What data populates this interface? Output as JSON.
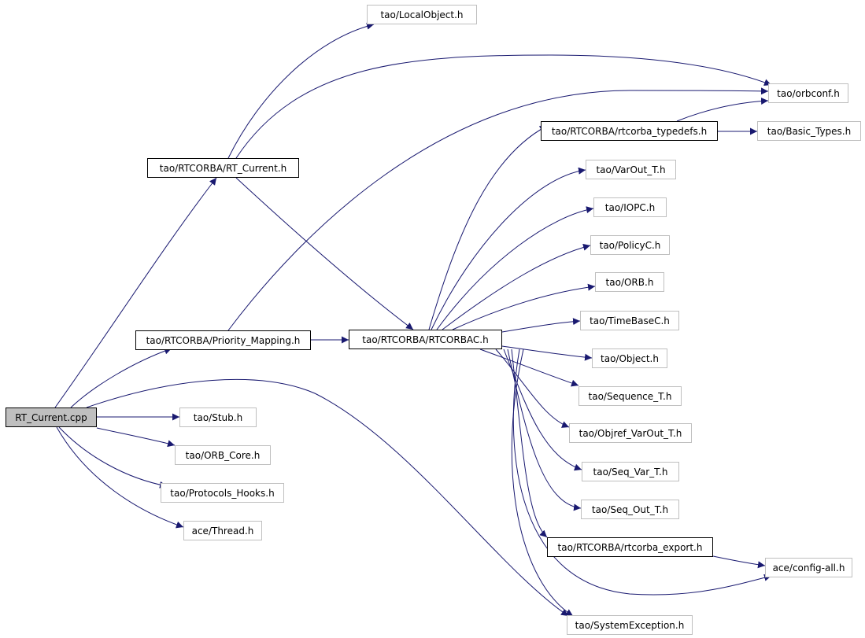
{
  "graph": {
    "nodes": [
      {
        "id": "rt_current_cpp",
        "label": "RT_Current.cpp",
        "style": "root"
      },
      {
        "id": "local_object",
        "label": "tao/LocalObject.h",
        "style": "plain"
      },
      {
        "id": "orbconf",
        "label": "tao/orbconf.h",
        "style": "plain"
      },
      {
        "id": "rtcorba_typedefs",
        "label": "tao/RTCORBA/rtcorba_typedefs.h",
        "style": "strong"
      },
      {
        "id": "basic_types",
        "label": "tao/Basic_Types.h",
        "style": "plain"
      },
      {
        "id": "rt_current_h",
        "label": "tao/RTCORBA/RT_Current.h",
        "style": "strong"
      },
      {
        "id": "varout_t",
        "label": "tao/VarOut_T.h",
        "style": "plain"
      },
      {
        "id": "iopc",
        "label": "tao/IOPC.h",
        "style": "plain"
      },
      {
        "id": "policyc",
        "label": "tao/PolicyC.h",
        "style": "plain"
      },
      {
        "id": "orb",
        "label": "tao/ORB.h",
        "style": "plain"
      },
      {
        "id": "timebasec",
        "label": "tao/TimeBaseC.h",
        "style": "plain"
      },
      {
        "id": "priority_mapping",
        "label": "tao/RTCORBA/Priority_Mapping.h",
        "style": "strong"
      },
      {
        "id": "rtcorbac",
        "label": "tao/RTCORBA/RTCORBAC.h",
        "style": "strong"
      },
      {
        "id": "object",
        "label": "tao/Object.h",
        "style": "plain"
      },
      {
        "id": "sequence_t",
        "label": "tao/Sequence_T.h",
        "style": "plain"
      },
      {
        "id": "stub",
        "label": "tao/Stub.h",
        "style": "plain"
      },
      {
        "id": "objref_varout_t",
        "label": "tao/Objref_VarOut_T.h",
        "style": "plain"
      },
      {
        "id": "orb_core",
        "label": "tao/ORB_Core.h",
        "style": "plain"
      },
      {
        "id": "seq_var_t",
        "label": "tao/Seq_Var_T.h",
        "style": "plain"
      },
      {
        "id": "protocols_hooks",
        "label": "tao/Protocols_Hooks.h",
        "style": "plain"
      },
      {
        "id": "seq_out_t",
        "label": "tao/Seq_Out_T.h",
        "style": "plain"
      },
      {
        "id": "ace_thread",
        "label": "ace/Thread.h",
        "style": "plain"
      },
      {
        "id": "rtcorba_export",
        "label": "tao/RTCORBA/rtcorba_export.h",
        "style": "strong"
      },
      {
        "id": "ace_config_all",
        "label": "ace/config-all.h",
        "style": "plain"
      },
      {
        "id": "system_exception",
        "label": "tao/SystemException.h",
        "style": "plain"
      }
    ],
    "edges": [
      {
        "from": "rt_current_cpp",
        "to": "rt_current_h"
      },
      {
        "from": "rt_current_cpp",
        "to": "priority_mapping"
      },
      {
        "from": "rt_current_cpp",
        "to": "stub"
      },
      {
        "from": "rt_current_cpp",
        "to": "orb_core"
      },
      {
        "from": "rt_current_cpp",
        "to": "protocols_hooks"
      },
      {
        "from": "rt_current_cpp",
        "to": "ace_thread"
      },
      {
        "from": "rt_current_cpp",
        "to": "system_exception"
      },
      {
        "from": "rt_current_h",
        "to": "local_object"
      },
      {
        "from": "rt_current_h",
        "to": "orbconf"
      },
      {
        "from": "rt_current_h",
        "to": "rtcorbac"
      },
      {
        "from": "priority_mapping",
        "to": "orbconf"
      },
      {
        "from": "priority_mapping",
        "to": "rtcorbac"
      },
      {
        "from": "rtcorbac",
        "to": "rtcorba_typedefs"
      },
      {
        "from": "rtcorbac",
        "to": "varout_t"
      },
      {
        "from": "rtcorbac",
        "to": "iopc"
      },
      {
        "from": "rtcorbac",
        "to": "policyc"
      },
      {
        "from": "rtcorbac",
        "to": "orb"
      },
      {
        "from": "rtcorbac",
        "to": "timebasec"
      },
      {
        "from": "rtcorbac",
        "to": "object"
      },
      {
        "from": "rtcorbac",
        "to": "sequence_t"
      },
      {
        "from": "rtcorbac",
        "to": "objref_varout_t"
      },
      {
        "from": "rtcorbac",
        "to": "seq_var_t"
      },
      {
        "from": "rtcorbac",
        "to": "seq_out_t"
      },
      {
        "from": "rtcorbac",
        "to": "rtcorba_export"
      },
      {
        "from": "rtcorbac",
        "to": "ace_config_all"
      },
      {
        "from": "rtcorbac",
        "to": "system_exception"
      },
      {
        "from": "rtcorba_typedefs",
        "to": "orbconf"
      },
      {
        "from": "rtcorba_typedefs",
        "to": "basic_types"
      },
      {
        "from": "rtcorba_export",
        "to": "ace_config_all"
      }
    ]
  },
  "colors": {
    "edge": "#191970",
    "node_border_plain": "#bfbfbf",
    "node_border_strong": "#000000",
    "root_fill": "#bfbfbf"
  }
}
